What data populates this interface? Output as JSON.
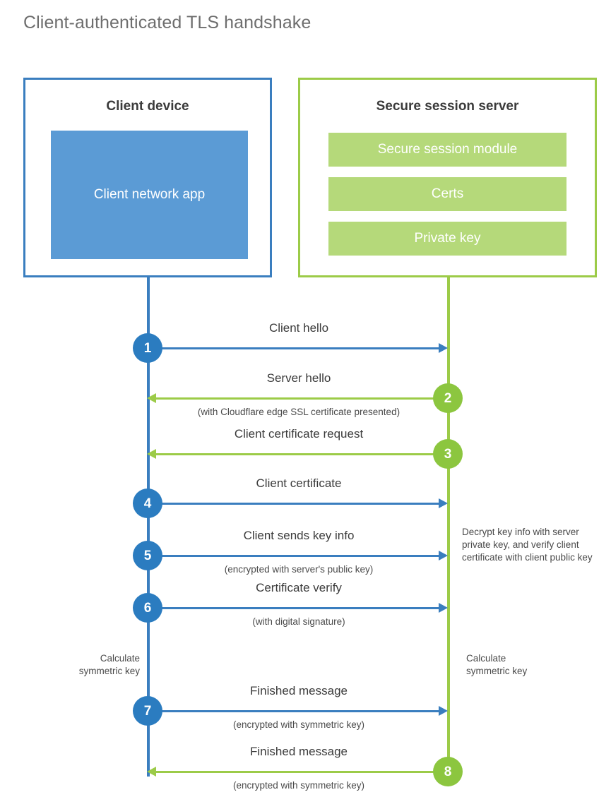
{
  "title": "Client-authenticated TLS handshake",
  "colors": {
    "blue_dark": "#3a7ebf",
    "blue_circle": "#2b7cc0",
    "blue_light": "#5b9bd5",
    "green_dark": "#9ccb48",
    "green_circle": "#8cc63f",
    "green_light": "#b5d97a",
    "text": "#3b3b3b",
    "title_text": "#6e6e6e"
  },
  "client": {
    "title": "Client device",
    "app_label": "Client network app"
  },
  "server": {
    "title": "Secure session server",
    "blocks": [
      "Secure session module",
      "Certs",
      "Private key"
    ]
  },
  "messages": [
    {
      "step": "1",
      "label": "Client hello",
      "sublabel": "",
      "direction": "client-to-server",
      "color": "blue"
    },
    {
      "step": "2",
      "label": "Server hello",
      "sublabel": "(with Cloudflare edge SSL certificate presented)",
      "direction": "server-to-client",
      "color": "green"
    },
    {
      "step": "3",
      "label": "Client certificate request",
      "sublabel": "",
      "direction": "server-to-client",
      "color": "green"
    },
    {
      "step": "4",
      "label": "Client certificate",
      "sublabel": "",
      "direction": "client-to-server",
      "color": "blue"
    },
    {
      "step": "5",
      "label": "Client sends key info",
      "sublabel": "(encrypted with server's public key)",
      "direction": "client-to-server",
      "color": "blue"
    },
    {
      "step": "6",
      "label": "Certificate verify",
      "sublabel": "(with digital signature)",
      "direction": "client-to-server",
      "color": "blue"
    },
    {
      "step": "7",
      "label": "Finished message",
      "sublabel": "(encrypted with symmetric key)",
      "direction": "client-to-server",
      "color": "blue"
    },
    {
      "step": "8",
      "label": "Finished message",
      "sublabel": "(encrypted with symmetric key)",
      "direction": "server-to-client",
      "color": "green"
    }
  ],
  "notes": {
    "decrypt": "Decrypt key info with server private key, and verify client certificate with client public key",
    "client_calculate": "Calculate\nsymmetric key",
    "server_calculate": "Calculate\nsymmetric key"
  }
}
